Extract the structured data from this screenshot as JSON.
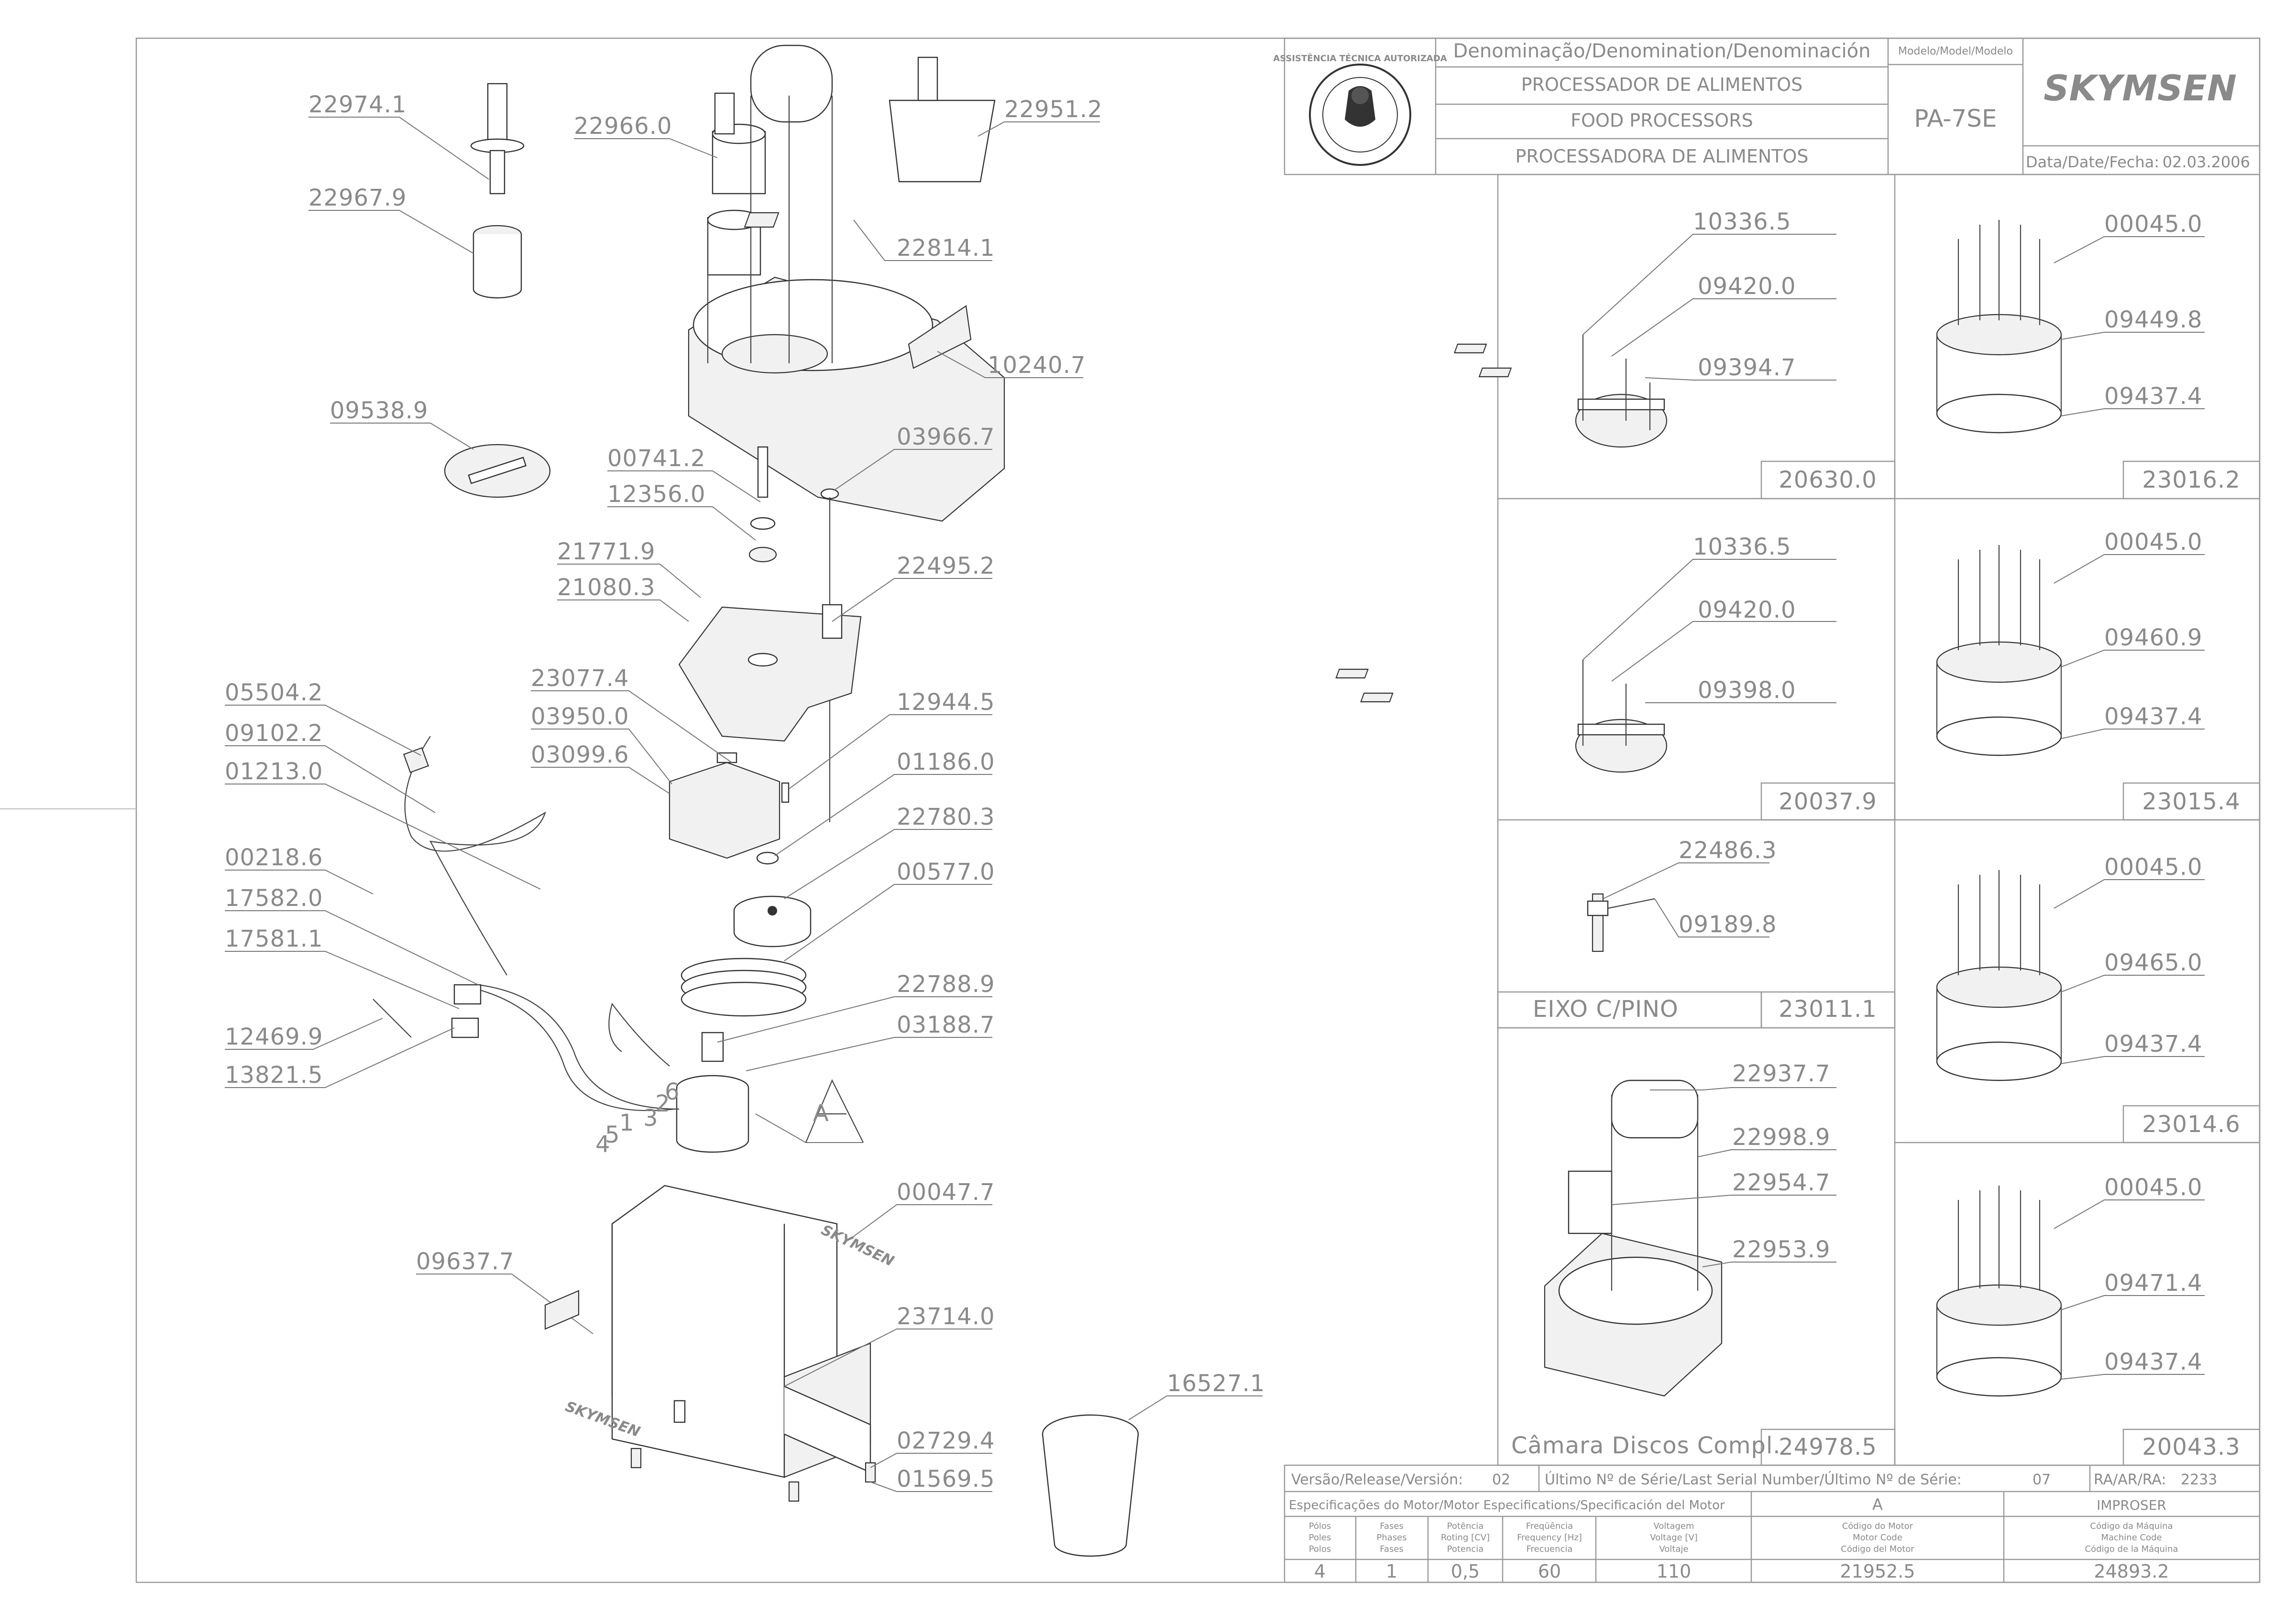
{
  "header": {
    "denomination_label": "Denominação/Denomination/Denominación",
    "names": [
      "PROCESSADOR DE ALIMENTOS",
      "FOOD PROCESSORS",
      "PROCESSADORA DE ALIMENTOS"
    ],
    "model_label": "Modelo/Model/Modelo",
    "model": "PA-7SE",
    "date_label": "Data/Date/Fecha:",
    "date": "02.03.2006",
    "brand": "SKYMSEN",
    "seal_text": "ASSISTÊNCIA TÉCNICA AUTORIZADA"
  },
  "parts": {
    "p22974_1": "22974.1",
    "p22967_9": "22967.9",
    "p22966_0": "22966.0",
    "p22951_2": "22951.2",
    "p22814_1": "22814.1",
    "p10240_7": "10240.7",
    "p09538_9": "09538.9",
    "p00741_2": "00741.2",
    "p12356_0": "12356.0",
    "p03966_7": "03966.7",
    "p21771_9": "21771.9",
    "p21080_3": "21080.3",
    "p22495_2": "22495.2",
    "p05504_2": "05504.2",
    "p23077_4": "23077.4",
    "p03950_0": "03950.0",
    "p03099_6": "03099.6",
    "p12944_5": "12944.5",
    "p09102_2": "09102.2",
    "p01213_0": "01213.0",
    "p01186_0": "01186.0",
    "p22780_3": "22780.3",
    "p00218_6": "00218.6",
    "p00577_0": "00577.0",
    "p17582_0": "17582.0",
    "p17581_1": "17581.1",
    "p22788_9": "22788.9",
    "p03188_7": "03188.7",
    "p12469_9": "12469.9",
    "p13821_5": "13821.5",
    "p00047_7": "00047.7",
    "p09637_7": "09637.7",
    "p23714_0": "23714.0",
    "p16527_1": "16527.1",
    "p02729_4": "02729.4",
    "p01569_5": "01569.5",
    "motor_letter": "A",
    "wire_numbers": [
      "1",
      "2",
      "3",
      "4",
      "5",
      "6"
    ]
  },
  "kits": {
    "k1": {
      "parts": [
        "10336.5",
        "09420.0",
        "09394.7"
      ],
      "code": "20630.0"
    },
    "k2": {
      "parts": [
        "00045.0",
        "09449.8",
        "09437.4"
      ],
      "code": "23016.2"
    },
    "k3": {
      "parts": [
        "10336.5",
        "09420.0",
        "09398.0"
      ],
      "code": "20037.9"
    },
    "k4": {
      "parts": [
        "00045.0",
        "09460.9",
        "09437.4"
      ],
      "code": "23015.4"
    },
    "k5": {
      "parts": [
        "22486.3",
        "09189.8"
      ],
      "caption": "EIXO C/PINO",
      "code": "23011.1"
    },
    "k6": {
      "parts": [
        "00045.0",
        "09465.0",
        "09437.4"
      ],
      "code": "23014.6"
    },
    "k7": {
      "parts": [
        "22937.7",
        "22998.9",
        "22954.7",
        "22953.9"
      ],
      "caption": "Câmara Discos Compl.",
      "code": "24978.5"
    },
    "k8": {
      "parts": [
        "00045.0",
        "09471.4",
        "09437.4"
      ],
      "code": "20043.3"
    }
  },
  "footer": {
    "version_label": "Versão/Release/Versión:",
    "version": "02",
    "serial_label": "Último Nº de Série/Last Serial Number/Último Nº de Série:",
    "serial": "07",
    "ra_label": "RA/AR/RA:",
    "ra": "2233",
    "motor_spec_label": "Especificações do Motor/Motor Especifications/Specificación del Motor",
    "motor_letter": "A",
    "improser": "IMPROSER",
    "col_heads": [
      [
        "Pólos",
        "Poles",
        "Polos"
      ],
      [
        "Fases",
        "Phases",
        "Fases"
      ],
      [
        "Potência",
        "Roting [CV]",
        "Potencia"
      ],
      [
        "Freqüência",
        "Frequency [Hz]",
        "Frecuencia"
      ],
      [
        "Voltagem",
        "Voltage [V]",
        "Voltaje"
      ],
      [
        "Código do Motor",
        "Motor Code",
        "Código del Motor"
      ],
      [
        "Código da Máquina",
        "Machine Code",
        "Código de la Máquina"
      ]
    ],
    "values": [
      "4",
      "1",
      "0,5",
      "60",
      "110",
      "21952.5",
      "24893.2"
    ]
  },
  "colors": {
    "line": "#333333",
    "label": "#8a8a8a",
    "frame": "#9a9a9a"
  }
}
